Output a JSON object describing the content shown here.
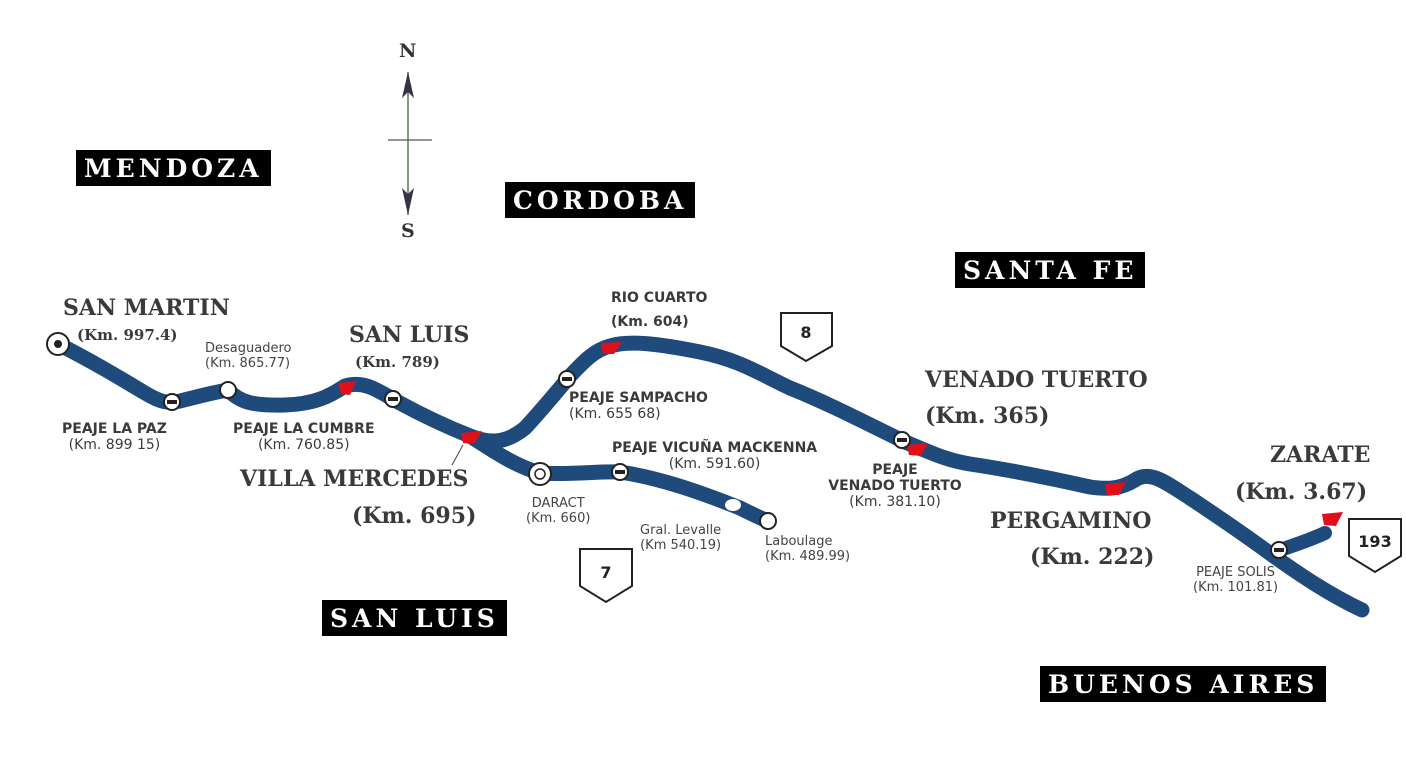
{
  "compass": {
    "north": "N",
    "south": "S"
  },
  "provinces": {
    "mendoza": "MENDOZA",
    "cordoba": "CORDOBA",
    "santa_fe": "SANTA FE",
    "san_luis": "SAN LUIS",
    "buenos_aires": "BUENOS AIRES"
  },
  "routes": {
    "r8": "8",
    "r7": "7",
    "r193": "193"
  },
  "cities": {
    "san_martin": {
      "name": "SAN MARTIN",
      "km": "(Km. 997.4)"
    },
    "san_luis": {
      "name": "SAN LUIS",
      "km": "(Km. 789)"
    },
    "rio_cuarto": {
      "name": "RIO CUARTO",
      "km": "(Km. 604)"
    },
    "venado_tuerto": {
      "name": "VENADO TUERTO",
      "km": "(Km. 365)"
    },
    "villa_mercedes": {
      "name": "VILLA MERCEDES",
      "km": "(Km. 695)"
    },
    "pergamino": {
      "name": "PERGAMINO",
      "km": "(Km. 222)"
    },
    "zarate": {
      "name": "ZARATE",
      "km": "(Km. 3.67)"
    }
  },
  "points": {
    "desaguadero": {
      "name": "Desaguadero",
      "km": "(Km. 865.77)"
    },
    "daract": {
      "name": "DARACT",
      "km": "(Km. 660)"
    },
    "gral_levalle": {
      "name": "Gral. Levalle",
      "km": "(Km 540.19)"
    },
    "laboulage": {
      "name": "Laboulage",
      "km": "(Km. 489.99)"
    }
  },
  "tolls": {
    "la_paz": {
      "name": "PEAJE LA PAZ",
      "km": "(Km. 899 15)"
    },
    "la_cumbre": {
      "name": "PEAJE LA CUMBRE",
      "km": "(Km. 760.85)"
    },
    "sampacho": {
      "name": "PEAJE SAMPACHO",
      "km": "(Km. 655 68)"
    },
    "vicuna_mackenna": {
      "name": "PEAJE VICUÑA MACKENNA",
      "km": "(Km. 591.60)"
    },
    "venado_tuerto": {
      "line1": "PEAJE",
      "line2": "VENADO TUERTO",
      "km": "(Km. 381.10)"
    },
    "solis": {
      "name": "PEAJE SOLIS",
      "km": "(Km. 101.81)"
    }
  },
  "colors": {
    "road": "#1f4a7c",
    "city_marker": "#e0101a",
    "label_box": "#000000"
  }
}
